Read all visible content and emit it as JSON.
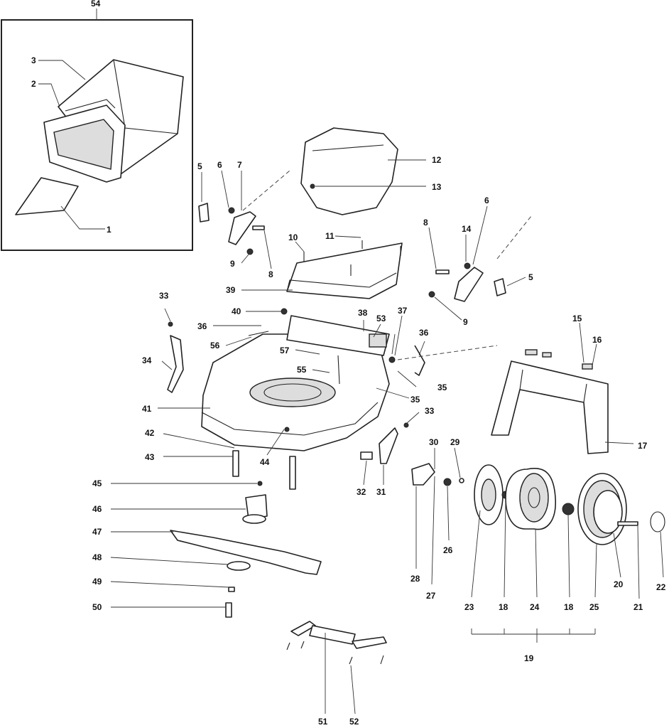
{
  "diagram": {
    "callouts": [
      "54",
      "3",
      "2",
      "1",
      "5",
      "6",
      "7",
      "9",
      "8",
      "12",
      "13",
      "10",
      "11",
      "39",
      "6",
      "8",
      "14",
      "5",
      "9",
      "33",
      "40",
      "38",
      "53",
      "37",
      "36",
      "35",
      "36",
      "56",
      "57",
      "55",
      "34",
      "35",
      "15",
      "16",
      "17",
      "41",
      "33",
      "42",
      "43",
      "44",
      "30",
      "29",
      "32",
      "31",
      "45",
      "46",
      "47",
      "48",
      "28",
      "26",
      "27",
      "23",
      "18",
      "24",
      "18",
      "25",
      "20",
      "21",
      "22",
      "49",
      "50",
      "19",
      "51",
      "52"
    ]
  }
}
